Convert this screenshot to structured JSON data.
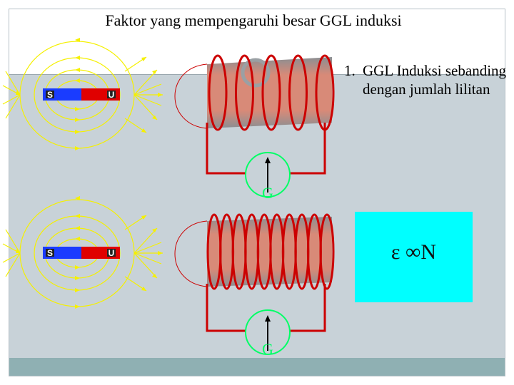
{
  "title": "Faktor yang mempengaruhi besar GGL induksi",
  "point": {
    "number": "1.",
    "text": "GGL Induksi sebanding dengan jumlah lilitan"
  },
  "formula": "ε ∞N",
  "setups": [
    {
      "magnet": {
        "south_label": "S",
        "north_label": "U"
      },
      "galvanometer_label": "G",
      "coil_turns": 5
    },
    {
      "magnet": {
        "south_label": "S",
        "north_label": "U"
      },
      "galvanometer_label": "G",
      "coil_turns": 10
    }
  ],
  "colors": {
    "field_lines": "#f5f000",
    "coil_wire": "#cc0000",
    "coil_core": "#d88a78",
    "galvanometer_ring": "#00ff66",
    "formula_box": "#00ffff",
    "magnet_south": "#1a3cff",
    "magnet_north": "#e00000"
  }
}
